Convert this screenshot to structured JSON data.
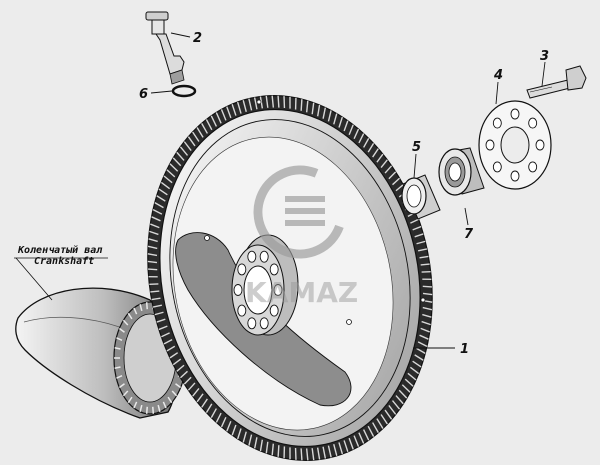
{
  "callouts": {
    "p1": "1",
    "p2": "2",
    "p3": "3",
    "p4": "4",
    "p5": "5",
    "p6": "6",
    "p7": "7"
  },
  "crankshaft_label": {
    "ru": "Коленчатый вал",
    "en": "Crankshaft"
  },
  "watermark": {
    "text": "KAMAZ"
  },
  "colors": {
    "background": "#ececec",
    "line": "#111111",
    "shade": "#7a7a7a",
    "watermark": "#9a9a9a"
  }
}
